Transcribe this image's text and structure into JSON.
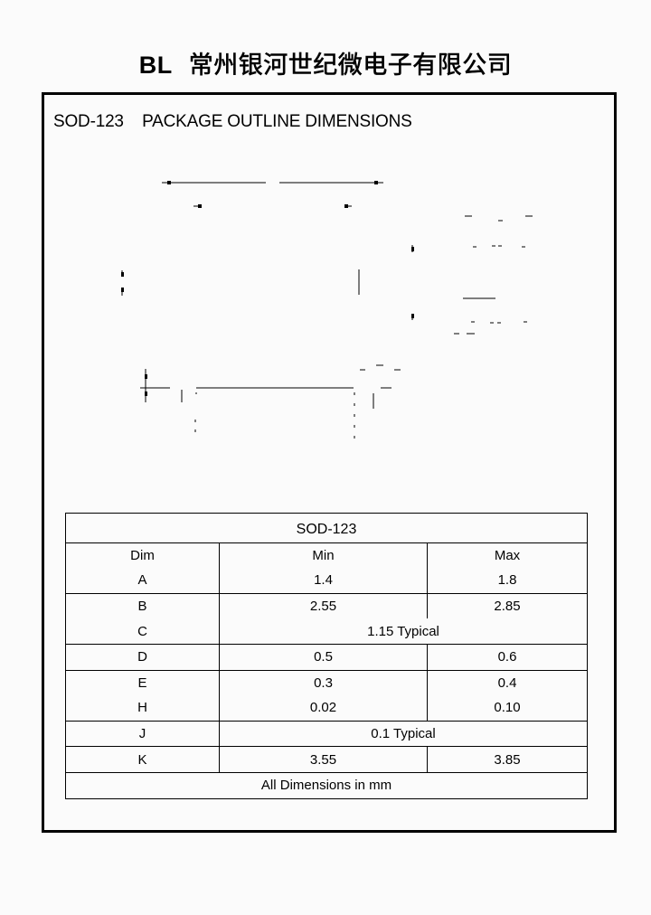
{
  "header": {
    "brand": "BL",
    "company": "常州银河世纪微电子有限公司"
  },
  "section": {
    "title": "SOD-123    PACKAGE OUTLINE DIMENSIONS"
  },
  "table": {
    "title": "SOD-123",
    "columns": [
      "Dim",
      "Min",
      "Max"
    ],
    "rows": [
      {
        "dim": "A",
        "min": "1.4",
        "max": "1.8"
      },
      {
        "dim": "B",
        "min": "2.55",
        "max": "2.85"
      },
      {
        "dim": "C",
        "typical": "1.15 Typical"
      },
      {
        "dim": "D",
        "min": "0.5",
        "max": "0.6"
      },
      {
        "dim": "E",
        "min": "0.3",
        "max": "0.4"
      },
      {
        "dim": "H",
        "min": "0.02",
        "max": "0.10"
      },
      {
        "dim": "J",
        "typical": "0.1 Typical"
      },
      {
        "dim": "K",
        "min": "3.55",
        "max": "3.85"
      }
    ],
    "footer": "All Dimensions in mm"
  }
}
